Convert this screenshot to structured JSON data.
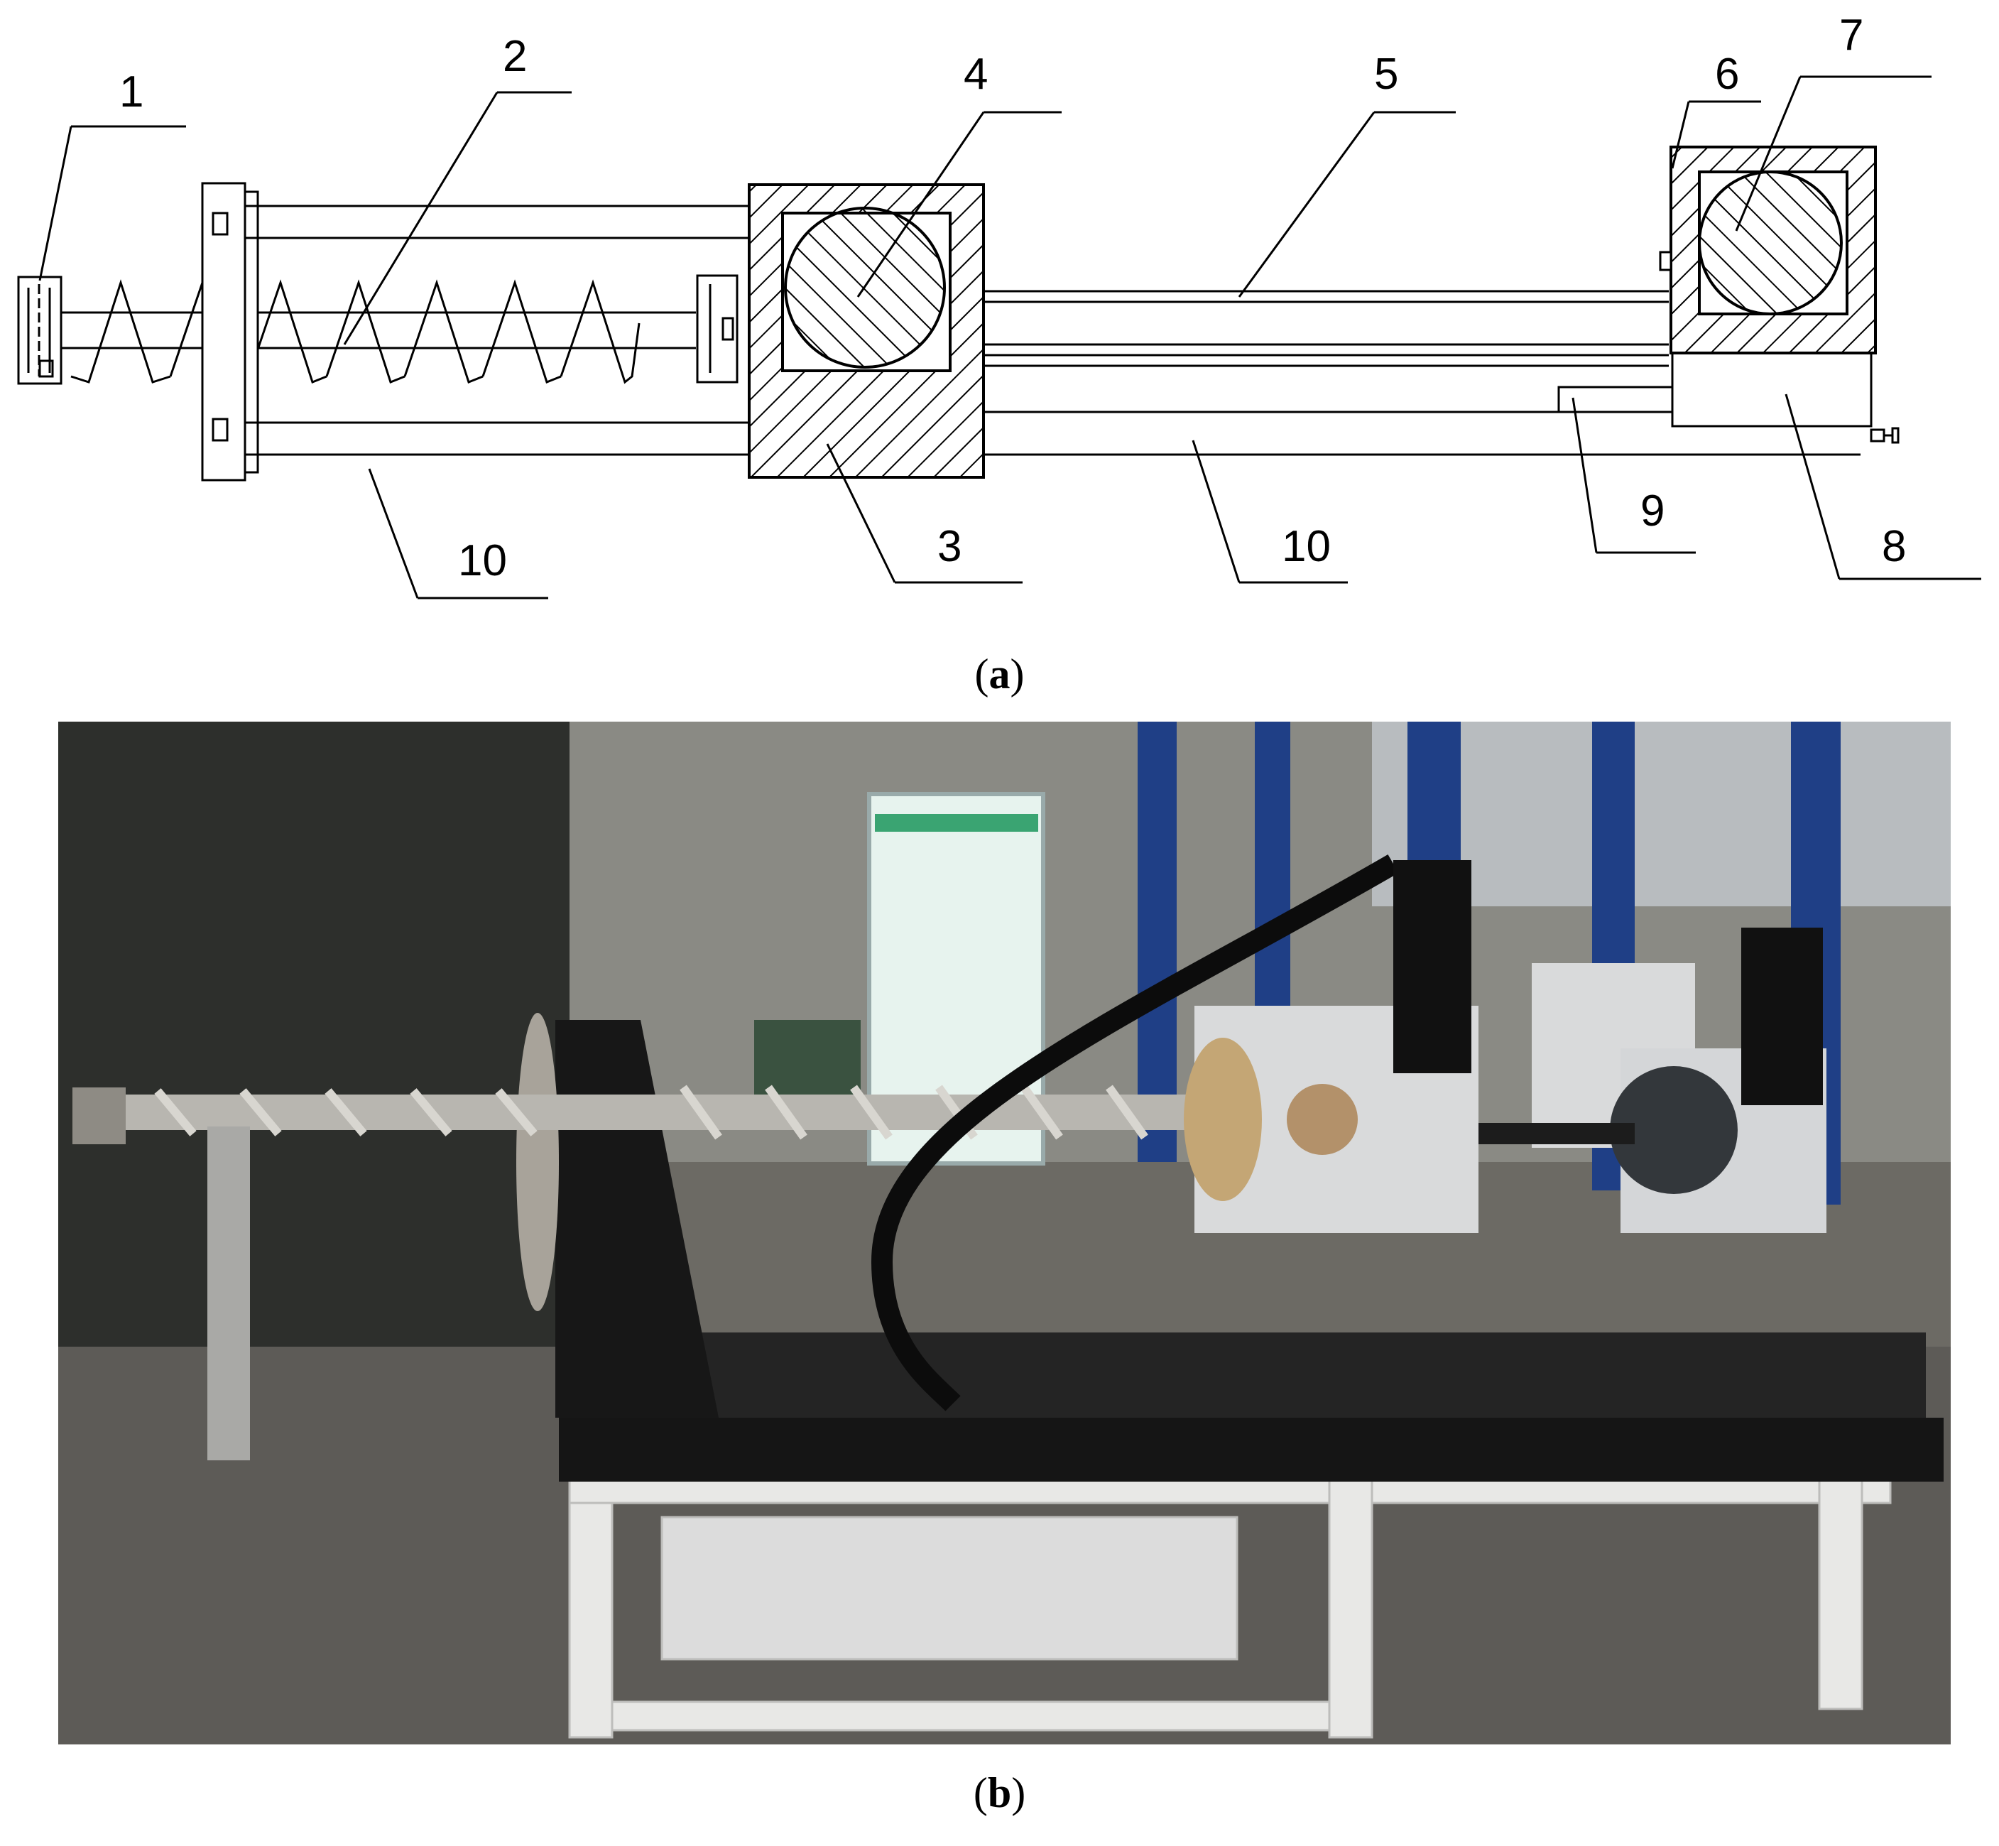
{
  "schematic": {
    "part_labels": [
      "1",
      "2",
      "4",
      "5",
      "6",
      "7",
      "10",
      "3",
      "10",
      "9",
      "8"
    ],
    "caption_letter": "a",
    "hatch_color": "#000000"
  },
  "photo": {
    "caption_letter": "b",
    "description_colors": {
      "frame": "#e8e8e6",
      "beam": "#151515",
      "column": "#1f3f86",
      "housing": "#d9dadb",
      "floor": "#5d5b57"
    }
  }
}
